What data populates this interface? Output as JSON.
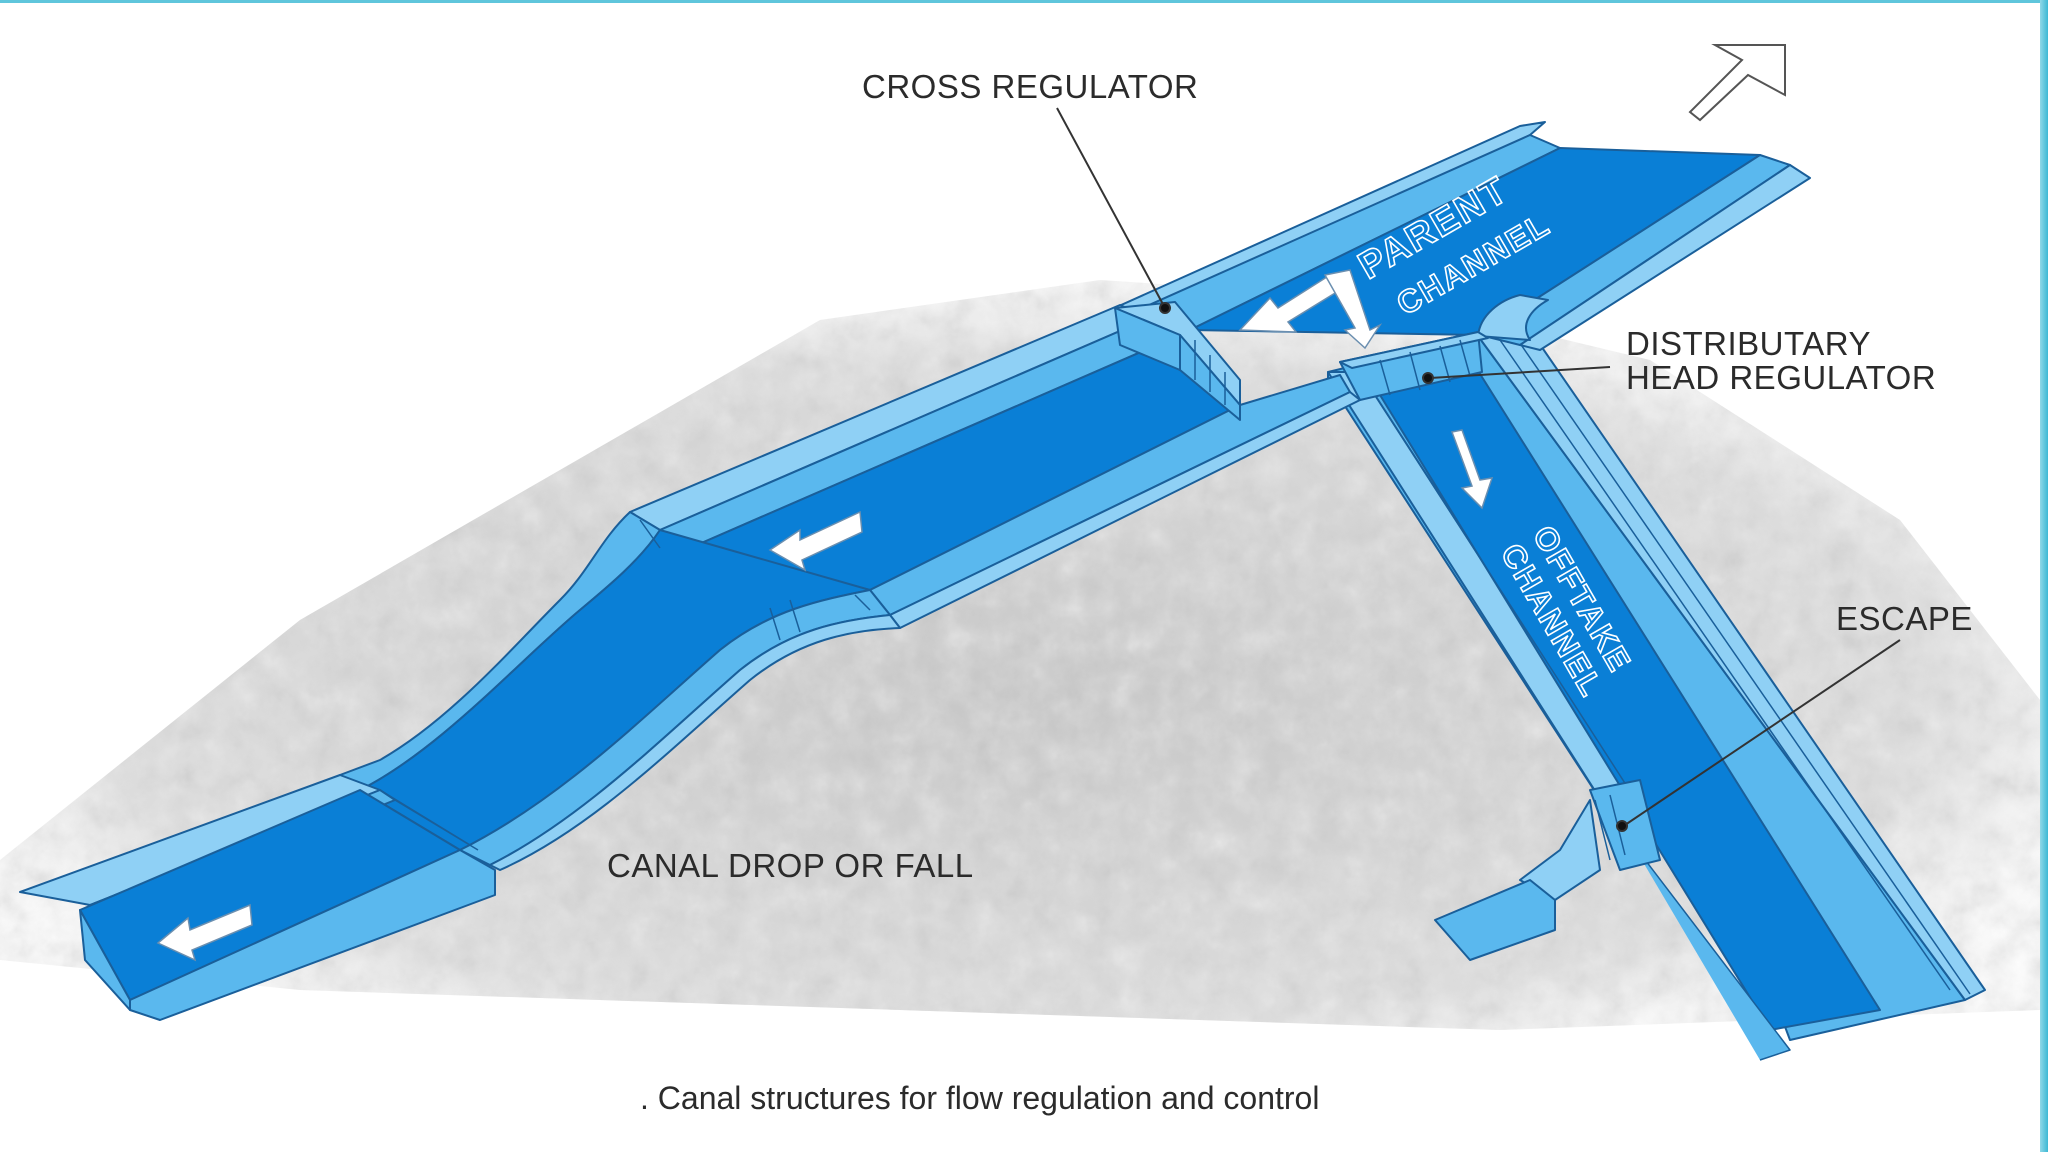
{
  "labels": {
    "cross_regulator": "CROSS REGULATOR",
    "distributary_line1": "DISTRIBUTARY",
    "distributary_line2": "HEAD REGULATOR",
    "escape": "ESCAPE",
    "canal_drop": "CANAL DROP OR FALL",
    "parent_line1": "PARENT",
    "parent_line2": "CHANNEL",
    "offtake_line1": "OFFTAKE",
    "offtake_line2": "CHANNEL"
  },
  "caption": ".  Canal structures for flow regulation and control",
  "colors": {
    "water": "#0a7fd6",
    "bank": "#5ab8ee",
    "bank_light": "#8fd0f5",
    "outline": "#1a5f9a",
    "ground": "#d6d6d6",
    "accent_border": "#5fc6dc"
  }
}
